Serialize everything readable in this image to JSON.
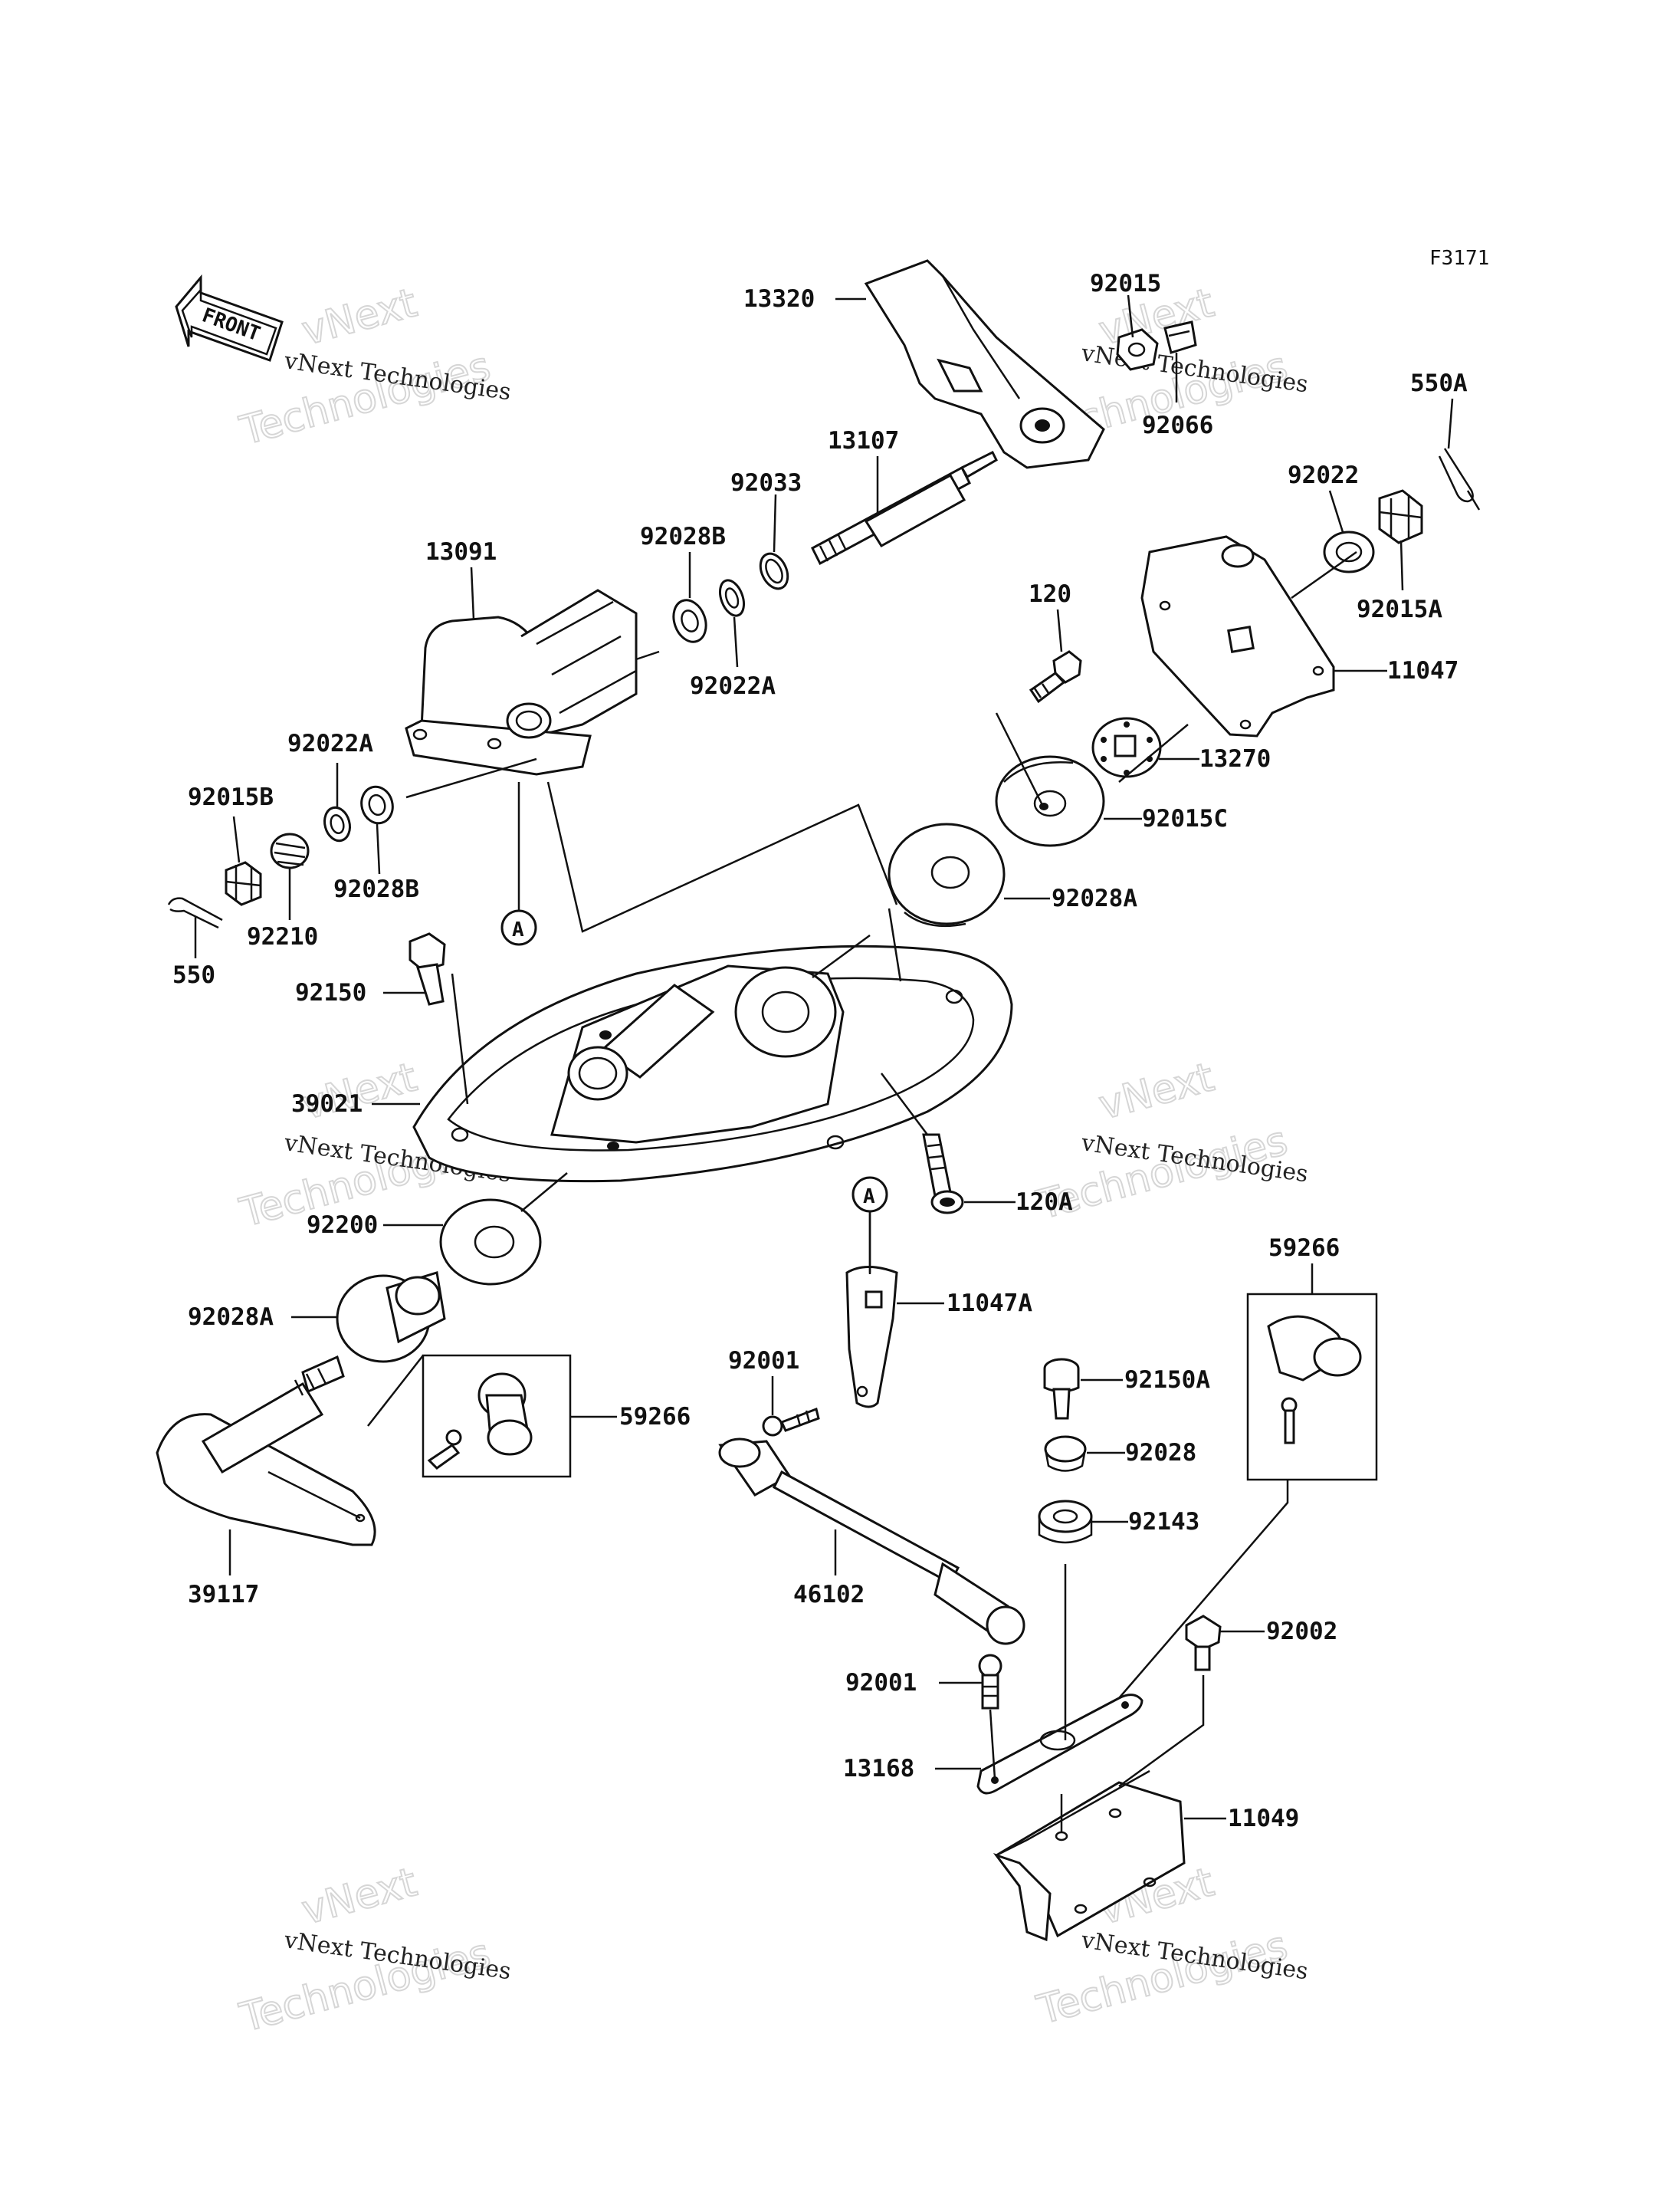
{
  "figure_code": "F3171",
  "direction_label": "FRONT",
  "callout_letter": "A",
  "watermark": {
    "line1": "vNext Technologies",
    "line2": "vNext",
    "line3": "Technologies"
  },
  "part_labels": [
    "13320",
    "92015",
    "92066",
    "550A",
    "13107",
    "92033",
    "92028B",
    "92022A",
    "13091",
    "92022",
    "92015A",
    "120",
    "11047",
    "13270",
    "92015C",
    "92028A",
    "92022A",
    "92015B",
    "92028B",
    "92210",
    "550",
    "92150",
    "39021",
    "120A",
    "92200",
    "92028A",
    "59266",
    "11047A",
    "92001",
    "92150A",
    "92028",
    "92143",
    "59266",
    "39117",
    "46102",
    "92002",
    "92001",
    "13168",
    "11049"
  ],
  "colors": {
    "line": "#111111",
    "background": "#ffffff",
    "watermark": "#d6d6d6"
  }
}
